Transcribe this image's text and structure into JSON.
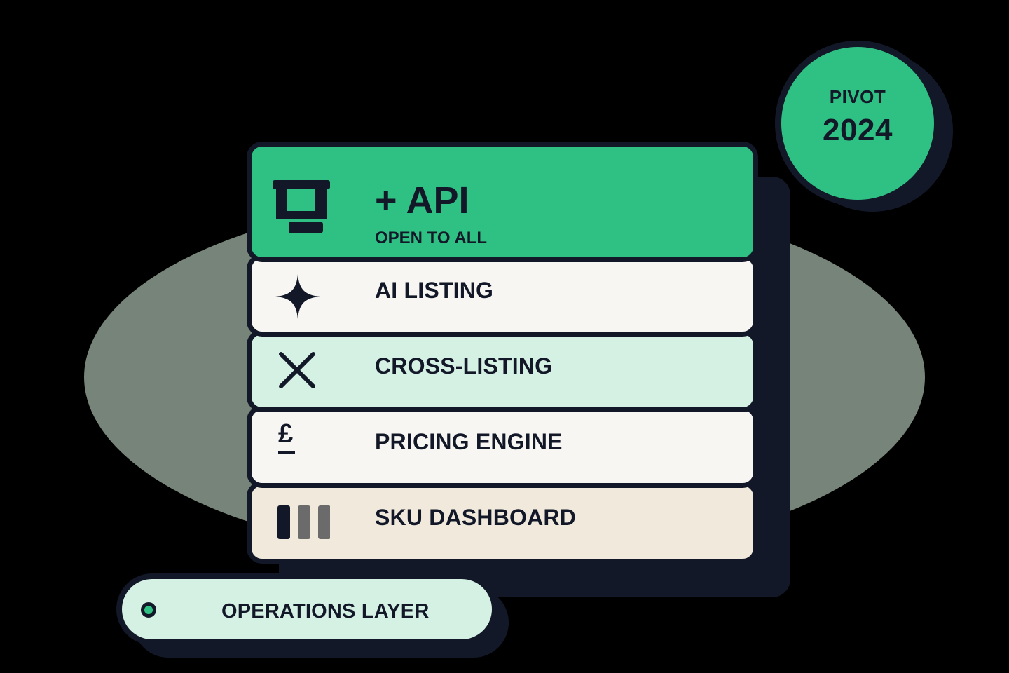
{
  "colors": {
    "background": "#000000",
    "ellipse": "#778479",
    "ink": "#131828",
    "accent_green": "#2fc184",
    "mint": "#d5f1e4",
    "cream": "#f7f6f2",
    "sand": "#f1eadc"
  },
  "badge": {
    "top_label": "PIVOT",
    "year": "2024"
  },
  "stack": {
    "layers": [
      {
        "title": "+ API",
        "subtitle": "OPEN TO ALL",
        "icon": "storefront-icon"
      },
      {
        "title": "AI LISTING",
        "icon": "sparkle-icon"
      },
      {
        "title": "CROSS-LISTING",
        "icon": "cross-icon"
      },
      {
        "title": "PRICING ENGINE",
        "icon": "pound-sign-icon"
      },
      {
        "title": "SKU DASHBOARD",
        "icon": "bars-icon"
      }
    ]
  },
  "footer_pill": {
    "label": "OPERATIONS LAYER",
    "icon": "status-dot-icon"
  }
}
